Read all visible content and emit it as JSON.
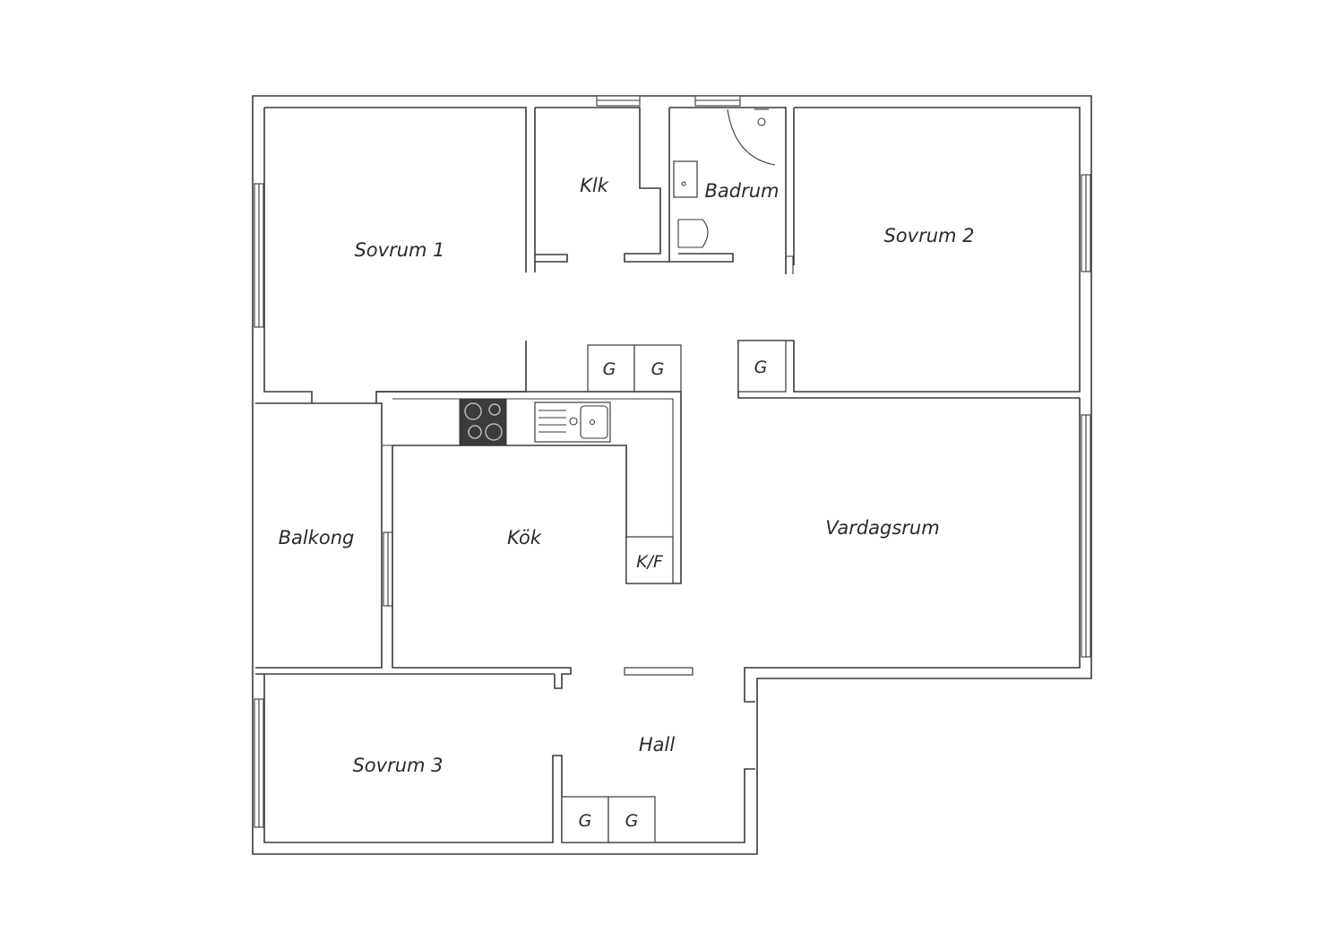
{
  "rooms": {
    "sovrum1": "Sovrum 1",
    "klk": "Klk",
    "badrum": "Badrum",
    "sovrum2": "Sovrum 2",
    "balkong": "Balkong",
    "kok": "Kök",
    "vardagsrum": "Vardagsrum",
    "sovrum3": "Sovrum 3",
    "hall": "Hall"
  },
  "fixtures": {
    "wardrobe_label": "G",
    "fridge_freezer_label": "K/F"
  },
  "colors": {
    "wall_stroke": "#3a3a3a",
    "cooktop": "#3b3b3b",
    "background": "#ffffff"
  }
}
